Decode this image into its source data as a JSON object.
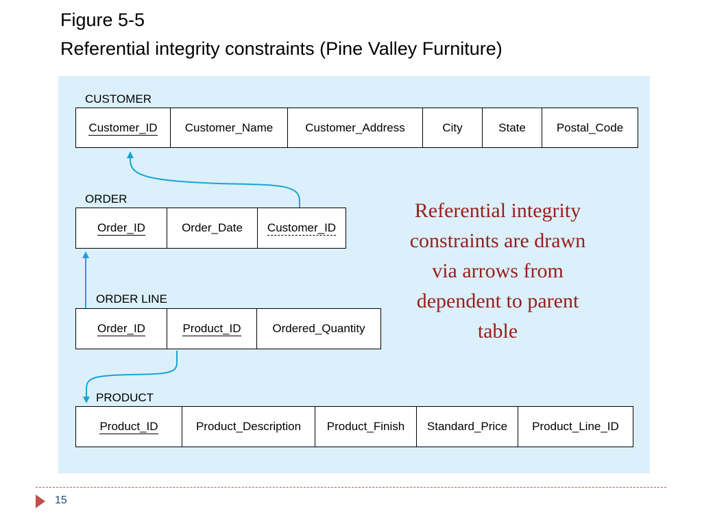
{
  "header": {
    "figure_label": "Figure 5-5",
    "title": "Referential integrity constraints (Pine Valley Furniture)"
  },
  "tables": {
    "customer": {
      "name": "CUSTOMER",
      "columns": [
        "Customer_ID",
        "Customer_Name",
        "Customer_Address",
        "City",
        "State",
        "Postal_Code"
      ]
    },
    "order": {
      "name": "ORDER",
      "columns": [
        "Order_ID",
        "Order_Date",
        "Customer_ID"
      ]
    },
    "order_line": {
      "name": "ORDER LINE",
      "columns": [
        "Order_ID",
        "Product_ID",
        "Ordered_Quantity"
      ]
    },
    "product": {
      "name": "PRODUCT",
      "columns": [
        "Product_ID",
        "Product_Description",
        "Product_Finish",
        "Standard_Price",
        "Product_Line_ID"
      ]
    }
  },
  "note": "Referential integrity constraints are drawn via arrows from dependent to parent table",
  "footer": {
    "page_number": "15"
  },
  "colors": {
    "panel": "#dbf0fa",
    "arrow": "#1aa3d4",
    "note": "#9a1c1c",
    "accent": "#c0504d"
  }
}
